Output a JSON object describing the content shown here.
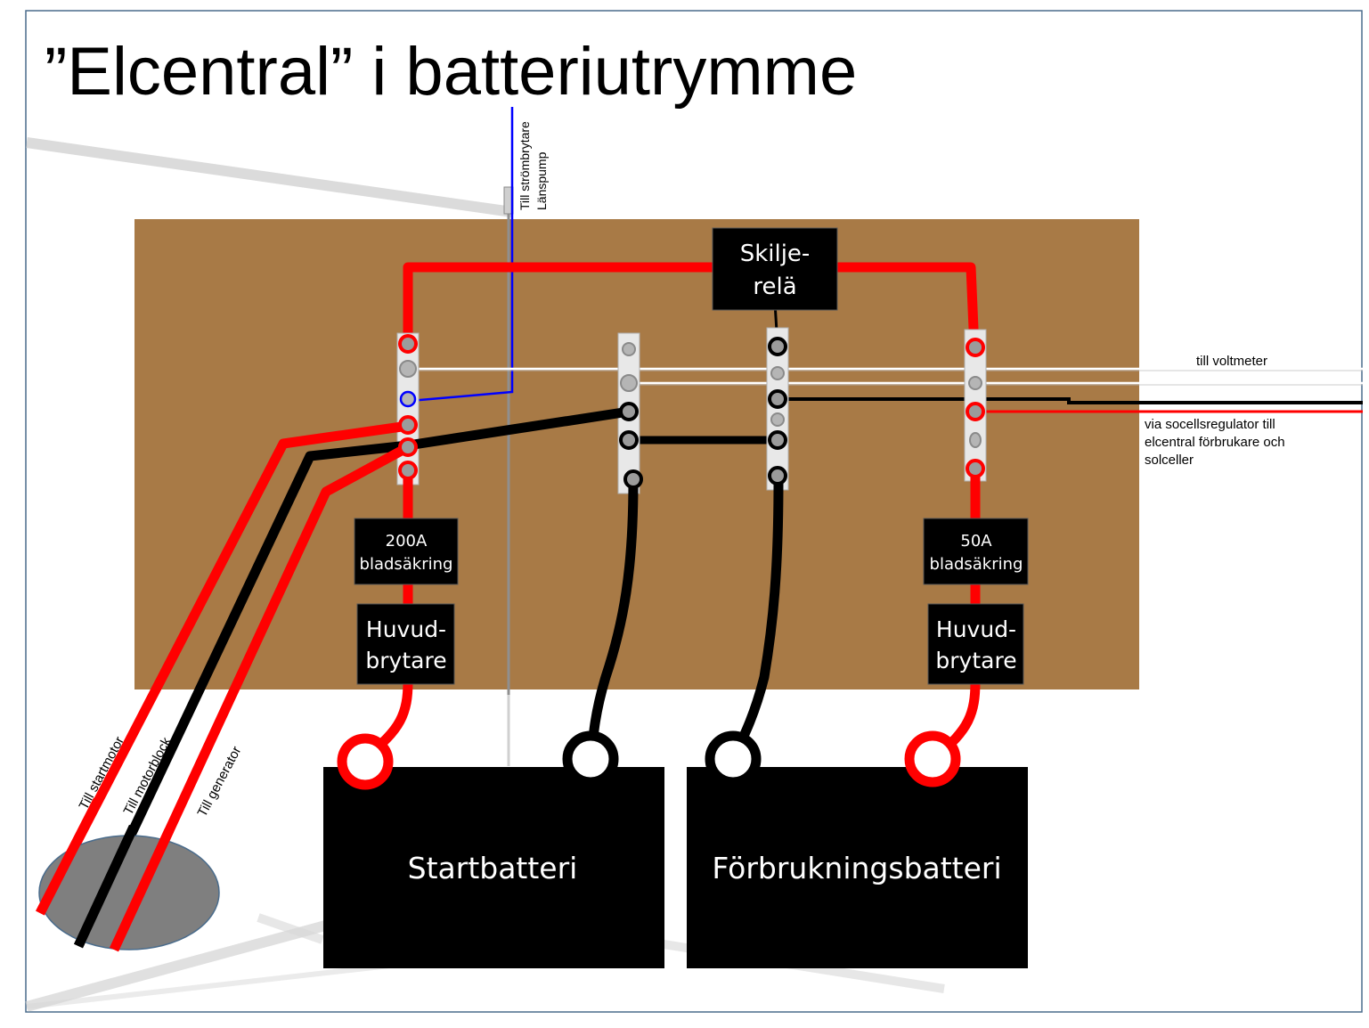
{
  "title": "”Elcentral” i batteriutrymme",
  "labels": {
    "strombrytare_line1": "Till strömbrytare",
    "strombrytare_line2": "Länspump",
    "voltmeter": "till voltmeter",
    "socell_line1": "via socellsregulator  till",
    "socell_line2": "elcentral förbrukare och",
    "socell_line3": "solceller",
    "startmotor": "Till startmotor",
    "motorblock": "Till motorblock",
    "generator": "Till generator"
  },
  "boxes": {
    "relay_line1": "Skilje-",
    "relay_line2": "relä",
    "fuse_left_line1": "200A",
    "fuse_left_line2": "bladsäkring",
    "fuse_right_line1": "50A",
    "fuse_right_line2": "bladsäkring",
    "switch_left_line1": "Huvud-",
    "switch_left_line2": "brytare",
    "switch_right_line1": "Huvud-",
    "switch_right_line2": "brytare"
  },
  "batteries": {
    "start": "Startbatteri",
    "consumer": "Förbrukningsbatteri"
  },
  "colors": {
    "board": "#a87a46",
    "positive_wire": "#ff0000",
    "negative_wire": "#000000",
    "signal_wire": "#0000ff",
    "frame": "#4a6c8c",
    "ellipse": "#7f7f7f"
  }
}
